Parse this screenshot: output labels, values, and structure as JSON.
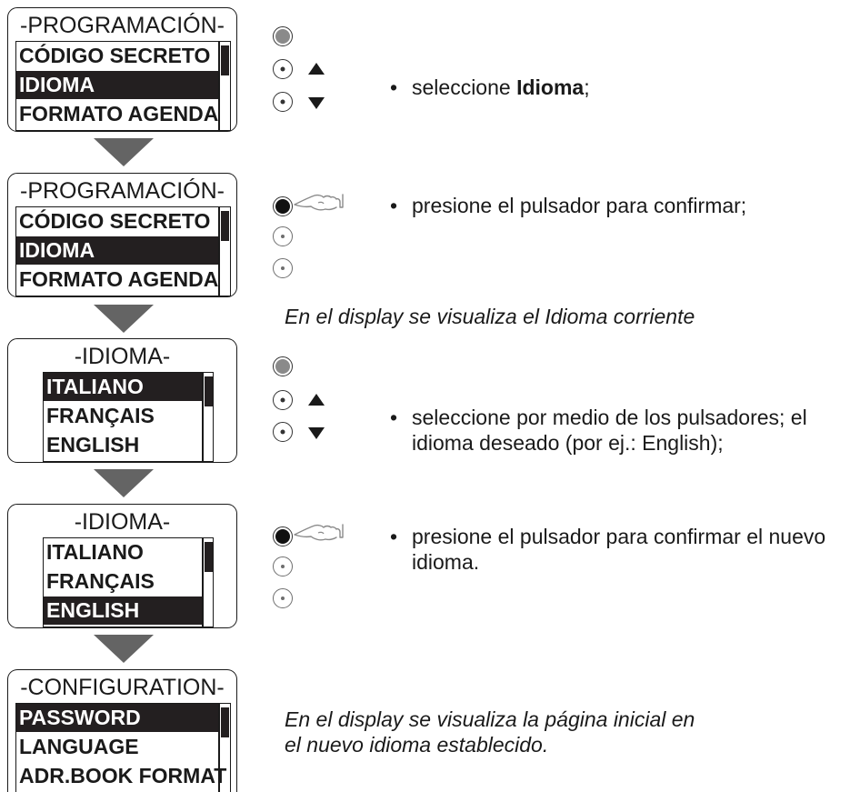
{
  "screens": [
    {
      "title": "-PROGRAMACIÓN-",
      "rows": [
        "CÓDIGO SECRETO",
        "IDIOMA",
        "FORMATO AGENDA"
      ],
      "selected": 1
    },
    {
      "title": "-PROGRAMACIÓN-",
      "rows": [
        "CÓDIGO SECRETO",
        "IDIOMA",
        "FORMATO AGENDA"
      ],
      "selected": 1
    },
    {
      "title": "-IDIOMA-",
      "rows": [
        "ITALIANO",
        "FRANÇAIS",
        "ENGLISH"
      ],
      "selected": 0
    },
    {
      "title": "-IDIOMA-",
      "rows": [
        "ITALIANO",
        "FRANÇAIS",
        "ENGLISH"
      ],
      "selected": 2
    },
    {
      "title": "-CONFIGURATION-",
      "rows": [
        "PASSWORD",
        "LANGUAGE",
        "ADR.BOOK FORMAT"
      ],
      "selected": 0
    }
  ],
  "steps": {
    "step1": {
      "bullet": "•",
      "prefix": "seleccione ",
      "bold": "Idioma",
      "suffix": ";"
    },
    "step2": {
      "bullet": "•",
      "text": "presione el pulsador para confirmar;"
    },
    "note1": "En el display se visualiza el Idioma corriente",
    "step3": {
      "bullet": "•",
      "text": "seleccione por medio de los pulsadores; el idioma deseado (por ej.: English);"
    },
    "step4": {
      "bullet": "•",
      "text": "presione el pulsador para confirmar el nuevo idioma."
    },
    "note2": "En el display se visualiza la página inicial en el nuevo idioma establecido."
  },
  "colors": {
    "selection_bg": "#231f20",
    "arrow": "#646464",
    "text": "#1a1a1a"
  },
  "icons": {
    "button_grey": "circle-filled-grey",
    "button_dot": "circle-dot",
    "button_pressed": "circle-filled-black",
    "finger": "pointing-hand",
    "up": "triangle-up",
    "down": "triangle-down"
  }
}
